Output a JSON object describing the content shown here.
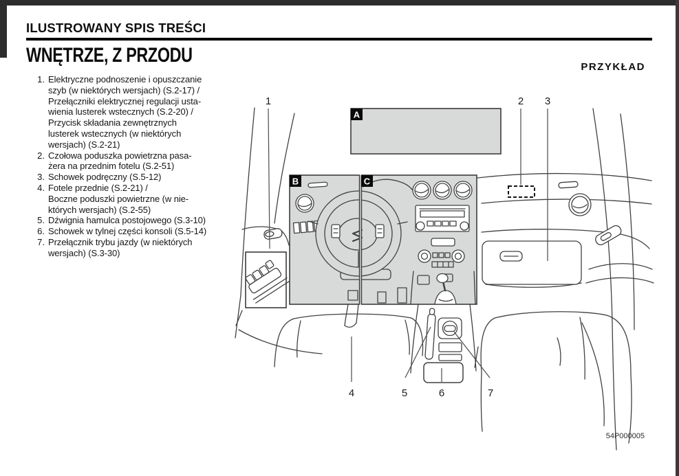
{
  "page": {
    "header_title": "ILUSTROWANY SPIS TREŚCI",
    "section_title": "WNĘTRZE, Z PRZODU",
    "example_label": "PRZYKŁAD",
    "figure_code": "54P000005"
  },
  "list": {
    "items": [
      {
        "num": "1.",
        "text": "Elektryczne podnoszenie i opuszczanie\nszyb (w niektórych wersjach) (S.2-17) /\nPrzełączniki elektrycznej regulacji usta-\nwienia lusterek wstecznych (S.2-20) /\nPrzycisk składania zewnętrznych\nlusterek wstecznych (w niektórych\nwersjach) (S.2-21)"
      },
      {
        "num": "2.",
        "text": "Czołowa poduszka powietrzna pasa-\nżera na przednim fotelu (S.2-51)"
      },
      {
        "num": "3.",
        "text": "Schowek podręczny (S.5-12)"
      },
      {
        "num": "4.",
        "text": "Fotele przednie (S.2-21) /\nBoczne poduszki powietrzne (w nie-\nktórych wersjach) (S.2-55)"
      },
      {
        "num": "5.",
        "text": "Dźwignia hamulca postojowego (S.3-10)"
      },
      {
        "num": "6.",
        "text": "Schowek w tylnej części konsoli (S.5-14)"
      },
      {
        "num": "7.",
        "text": "Przełącznik trybu jazdy (w niektórych\nwersjach) (S.3-30)"
      }
    ]
  },
  "diagram": {
    "zones": [
      {
        "label": "A"
      },
      {
        "label": "B"
      },
      {
        "label": "C"
      }
    ],
    "callouts": [
      {
        "n": "1"
      },
      {
        "n": "2"
      },
      {
        "n": "3"
      },
      {
        "n": "4"
      },
      {
        "n": "5"
      },
      {
        "n": "6"
      },
      {
        "n": "7"
      }
    ],
    "colors": {
      "panel_fill": "#d7dad9",
      "line": "#404040",
      "chip_bg": "#0a0a0a",
      "chip_text": "#ffffff",
      "page_bg": "#ffffff",
      "photo_edge": "#2d2d2d"
    }
  }
}
